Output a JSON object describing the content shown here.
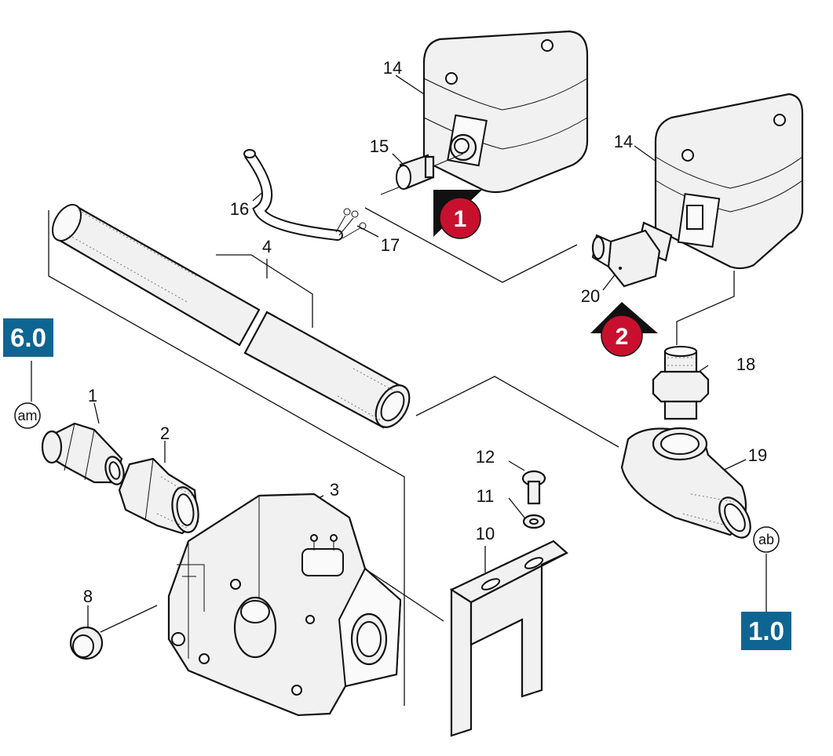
{
  "labels": {
    "l1": "1",
    "l2": "2",
    "l3": "3",
    "l4": "4",
    "l8": "8",
    "l10": "10",
    "l11": "11",
    "l12": "12",
    "l14a": "14",
    "l14b": "14",
    "l15": "15",
    "l16": "16",
    "l17": "17",
    "l18": "18",
    "l19": "19",
    "l20": "20"
  },
  "section_refs": {
    "left": "6.0",
    "right": "1.0"
  },
  "connection_refs": {
    "inlet": "am",
    "outlet": "ab"
  },
  "variant_markers": {
    "variant_1": "1",
    "variant_2": "2"
  },
  "colors": {
    "section_badge": "#0f6592",
    "variant_marker": "#c8102e"
  }
}
